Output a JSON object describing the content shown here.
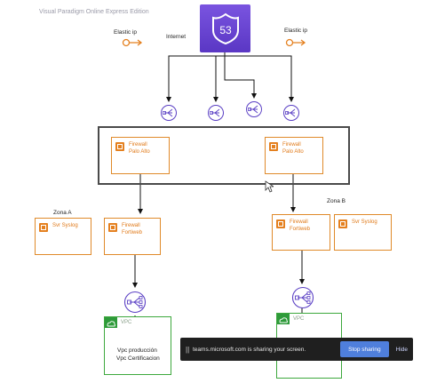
{
  "watermark": "Visual Paradigm Online Express Edition",
  "route53": {
    "label": "53"
  },
  "labels": {
    "internet": "Internet",
    "elastic_ip_left": "Elastic ip",
    "elastic_ip_right": "Elastic ip",
    "zona_a": "Zona A",
    "zona_b": "Zona B"
  },
  "nodes": {
    "fw_palo_left": [
      "Firewall",
      "Palo Alto"
    ],
    "fw_palo_right": [
      "Firewall",
      "Palo Alto"
    ],
    "fw_fortiweb_left": [
      "Firewall",
      "Fortiweb"
    ],
    "fw_fortiweb_right": [
      "Firewall",
      "Fortiweb"
    ],
    "syslog_left": [
      "Svr Syslog"
    ],
    "syslog_right": [
      "Svr Syslog"
    ]
  },
  "vpc_left": {
    "title": "VPC",
    "lines": [
      "Vpc producción",
      "Vpc Certificacion"
    ]
  },
  "vpc_right": {
    "title": "VPC"
  },
  "sharebar": {
    "grip": "||",
    "message": "teams.microsoft.com is sharing your screen.",
    "stop_label": "Stop sharing",
    "hide_label": "Hide"
  },
  "colors": {
    "ec2_orange": "#e4801f",
    "route53_purple": "#6a45d6",
    "vpc_green": "#2e9a3a",
    "stop_blue": "#4f7fdc"
  }
}
